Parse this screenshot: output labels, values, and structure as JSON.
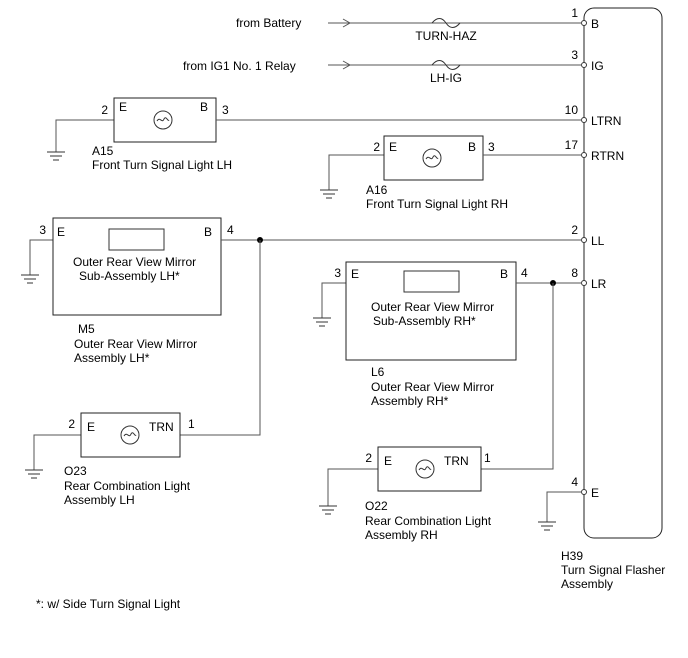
{
  "inputs": {
    "battery_label": "from Battery",
    "battery_fuse": "TURN-HAZ",
    "ig1_label": "from IG1 No. 1 Relay",
    "ig1_fuse": "LH-IG"
  },
  "flasher": {
    "code": "H39",
    "name_line1": "Turn Signal Flasher",
    "name_line2": "Assembly",
    "pins": [
      {
        "num": "1",
        "name": "B"
      },
      {
        "num": "3",
        "name": "IG"
      },
      {
        "num": "10",
        "name": "LTRN"
      },
      {
        "num": "17",
        "name": "RTRN"
      },
      {
        "num": "2",
        "name": "LL"
      },
      {
        "num": "8",
        "name": "LR"
      },
      {
        "num": "4",
        "name": "E"
      }
    ]
  },
  "components": {
    "a15": {
      "code": "A15",
      "name": "Front Turn  Signal Light LH",
      "pin_left": "2",
      "pin_right": "3",
      "term_left": "E",
      "term_right": "B"
    },
    "a16": {
      "code": "A16",
      "name": "Front Turn  Signal Light RH",
      "pin_left": "2",
      "pin_right": "3",
      "term_left": "E",
      "term_right": "B"
    },
    "m5": {
      "code": "M5",
      "inner_line1": "Outer Rear View Mirror",
      "inner_line2": "Sub-Assembly LH*",
      "name_line1": "Outer Rear View Mirror",
      "name_line2": "Assembly LH*",
      "pin_left": "3",
      "pin_right": "4",
      "term_left": "E",
      "term_right": "B"
    },
    "l6": {
      "code": "L6",
      "inner_line1": "Outer Rear View Mirror",
      "inner_line2": "Sub-Assembly RH*",
      "name_line1": "Outer Rear View Mirror",
      "name_line2": "Assembly RH*",
      "pin_left": "3",
      "pin_right": "4",
      "term_left": "E",
      "term_right": "B"
    },
    "o23": {
      "code": "O23",
      "name_line1": "Rear Combination Light",
      "name_line2": "Assembly LH",
      "pin_left": "2",
      "pin_right": "1",
      "term_left": "E",
      "term_right": "TRN"
    },
    "o22": {
      "code": "O22",
      "name_line1": "Rear Combination Light",
      "name_line2": "Assembly RH",
      "pin_left": "2",
      "pin_right": "1",
      "term_left": "E",
      "term_right": "TRN"
    }
  },
  "footnote": "*: w/ Side Turn  Signal Light"
}
